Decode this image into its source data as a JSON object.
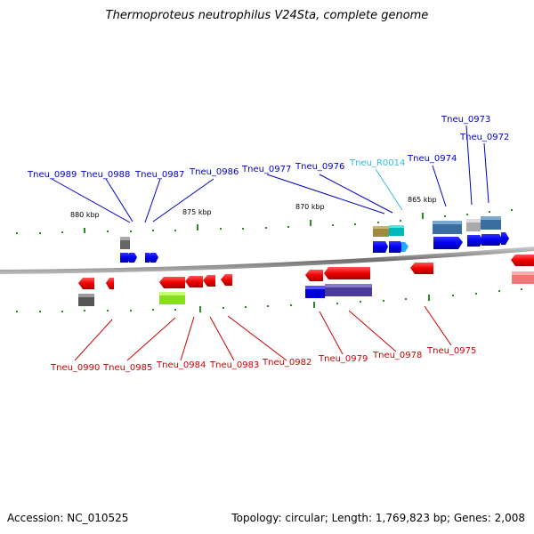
{
  "title": "Thermoproteus neutrophilus V24Sta, complete genome",
  "footer": {
    "accession": "Accession: NC_010525",
    "summary": "Topology: circular; Length: 1,769,823 bp; Genes: 2,008"
  },
  "scale_labels": [
    "880 kbp",
    "875 kbp",
    "870 kbp",
    "865 kbp"
  ],
  "colors": {
    "forward_label": "#0000cc",
    "reverse_label": "#cc0000",
    "rna_label": "#33bbdd",
    "backbone": "#8a8a8a",
    "tick": "#2a8a2a"
  },
  "upper_labels": [
    "Tneu_0989",
    "Tneu_0988",
    "Tneu_0987",
    "Tneu_0986",
    "Tneu_0977",
    "Tneu_0976",
    "Tneu_R0014",
    "Tneu_0974",
    "Tneu_0973",
    "Tneu_0972"
  ],
  "lower_labels": [
    "Tneu_0990",
    "Tneu_0985",
    "Tneu_0984",
    "Tneu_0983",
    "Tneu_0982",
    "Tneu_0979",
    "Tneu_0978",
    "Tneu_0975"
  ]
}
